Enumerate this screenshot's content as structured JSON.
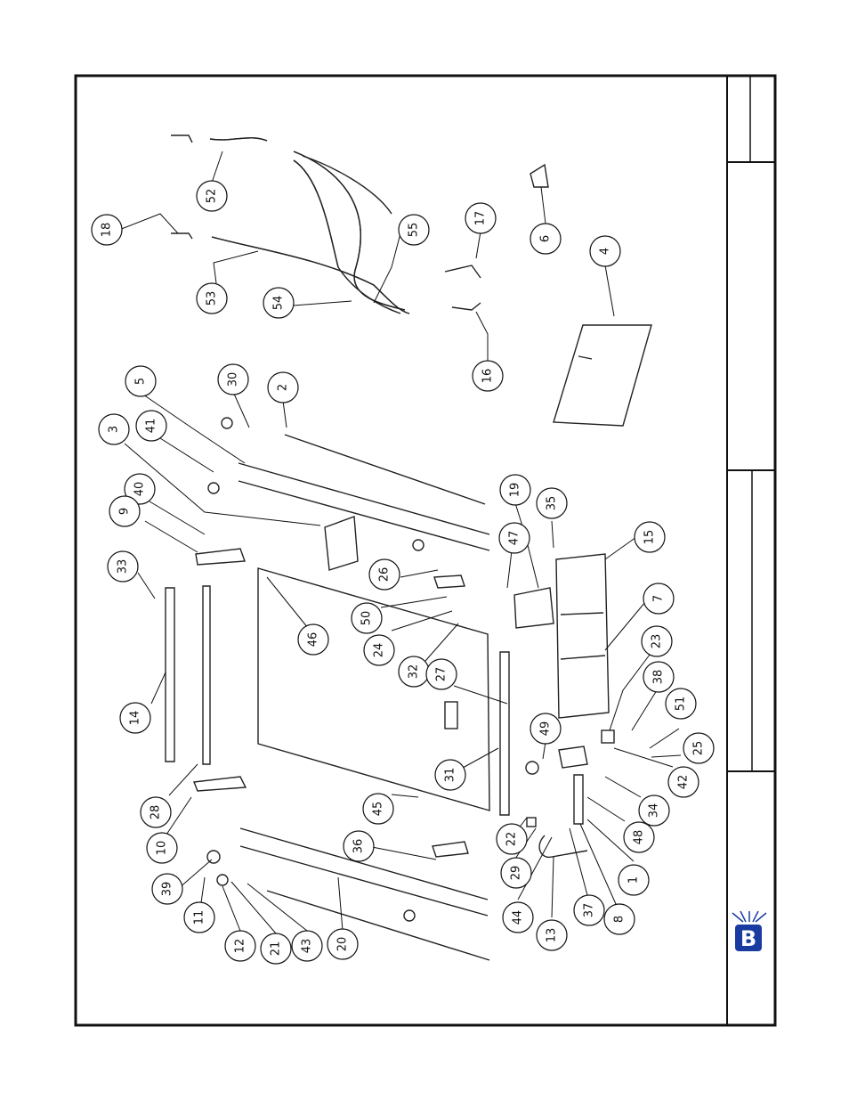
{
  "sheet": {
    "logo_letter": "B",
    "title_block_text": []
  },
  "callouts": [
    {
      "id": "c52",
      "label": "52"
    },
    {
      "id": "c18",
      "label": "18"
    },
    {
      "id": "c53",
      "label": "53"
    },
    {
      "id": "c54",
      "label": "54"
    },
    {
      "id": "c55",
      "label": "55"
    },
    {
      "id": "c17",
      "label": "17"
    },
    {
      "id": "c16",
      "label": "16"
    },
    {
      "id": "c6",
      "label": "6"
    },
    {
      "id": "c4",
      "label": "4"
    },
    {
      "id": "c5",
      "label": "5"
    },
    {
      "id": "c30",
      "label": "30"
    },
    {
      "id": "c2",
      "label": "2"
    },
    {
      "id": "c3",
      "label": "3"
    },
    {
      "id": "c41",
      "label": "41"
    },
    {
      "id": "c40",
      "label": "40"
    },
    {
      "id": "c9",
      "label": "9"
    },
    {
      "id": "c33",
      "label": "33"
    },
    {
      "id": "c26",
      "label": "26"
    },
    {
      "id": "c19",
      "label": "19"
    },
    {
      "id": "c35",
      "label": "35"
    },
    {
      "id": "c47",
      "label": "47"
    },
    {
      "id": "c15",
      "label": "15"
    },
    {
      "id": "c50",
      "label": "50"
    },
    {
      "id": "c46",
      "label": "46"
    },
    {
      "id": "c24",
      "label": "24"
    },
    {
      "id": "c7",
      "label": "7"
    },
    {
      "id": "c32",
      "label": "32"
    },
    {
      "id": "c23",
      "label": "23"
    },
    {
      "id": "c27",
      "label": "27"
    },
    {
      "id": "c38",
      "label": "38"
    },
    {
      "id": "c14",
      "label": "14"
    },
    {
      "id": "c51",
      "label": "51"
    },
    {
      "id": "c49",
      "label": "49"
    },
    {
      "id": "c25",
      "label": "25"
    },
    {
      "id": "c31",
      "label": "31"
    },
    {
      "id": "c28",
      "label": "28"
    },
    {
      "id": "c42",
      "label": "42"
    },
    {
      "id": "c45",
      "label": "45"
    },
    {
      "id": "c34",
      "label": "34"
    },
    {
      "id": "c10",
      "label": "10"
    },
    {
      "id": "c22",
      "label": "22"
    },
    {
      "id": "c48",
      "label": "48"
    },
    {
      "id": "c36",
      "label": "36"
    },
    {
      "id": "c29",
      "label": "29"
    },
    {
      "id": "c39",
      "label": "39"
    },
    {
      "id": "c1",
      "label": "1"
    },
    {
      "id": "c44",
      "label": "44"
    },
    {
      "id": "c37",
      "label": "37"
    },
    {
      "id": "c11",
      "label": "11"
    },
    {
      "id": "c13",
      "label": "13"
    },
    {
      "id": "c8",
      "label": "8"
    },
    {
      "id": "c12",
      "label": "12"
    },
    {
      "id": "c21",
      "label": "21"
    },
    {
      "id": "c43",
      "label": "43"
    },
    {
      "id": "c20",
      "label": "20"
    }
  ]
}
